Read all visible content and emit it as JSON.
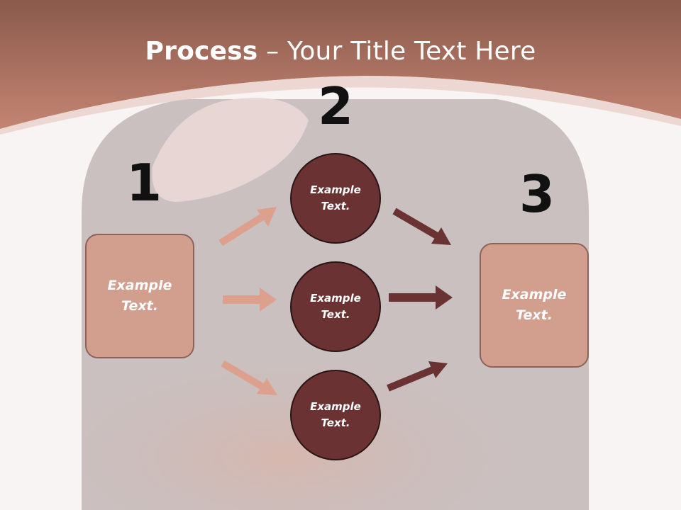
{
  "title": {
    "bold": "Process",
    "rest": " – Your Title Text Here"
  },
  "steps": [
    {
      "number": "1",
      "label": "Example\nText."
    },
    {
      "number": "2",
      "circles": [
        "Example\nText.",
        "Example\nText.",
        "Example\nText."
      ]
    },
    {
      "number": "3",
      "label": "Example\nText."
    }
  ],
  "colors": {
    "header": "#b87868",
    "light_arrow": "#dca08c",
    "dark_arrow": "#6a3232",
    "box_fill": "#d29e8e",
    "circle_fill": "#6a3232"
  }
}
